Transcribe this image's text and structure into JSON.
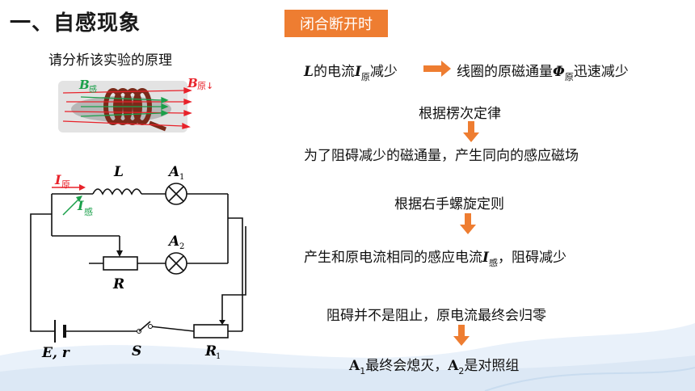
{
  "title": "一、自感现象",
  "left": {
    "prompt": "请分析该实验的原理",
    "coil_label_b_induced": "B",
    "coil_label_b_induced_sub": "感",
    "coil_label_b_original": "B",
    "coil_label_b_original_sub": "原↓",
    "circuit": {
      "I_orig": "I",
      "I_orig_sub": "原",
      "I_ind": "I",
      "I_ind_sub": "感",
      "L": "L",
      "A1": "A",
      "A1_sub": "1",
      "A2": "A",
      "A2_sub": "2",
      "R": "R",
      "E_r": "E, r",
      "S": "S",
      "R1": "R",
      "R1_sub": "1"
    }
  },
  "right": {
    "badge": "闭合断开时",
    "step1_L": "L",
    "step1_a": "的电流",
    "step1_I": "I",
    "step1_I_sub": "原",
    "step1_b": "减少",
    "step1_c": "线圈的原磁通量",
    "step1_phi": "Φ",
    "step1_phi_sub": "原",
    "step1_d": "迅速减少",
    "step2": "根据楞次定律",
    "step3": "为了阻碍减少的磁通量，产生同向的感应磁场",
    "step4": "根据右手螺旋定则",
    "step5_a": "产生和原电流相同的感应电流",
    "step5_I": "I",
    "step5_I_sub": "感",
    "step5_b": "，阻碍减少",
    "step6": "阻碍并不是阻止，原电流最终会归零",
    "step7_A1": "A",
    "step7_A1_sub": "1",
    "step7_a": "最终会熄灭，",
    "step7_A2": "A",
    "step7_A2_sub": "2",
    "step7_b": "是对照组"
  },
  "colors": {
    "accent": "#ee7d31",
    "red": "#e8222a",
    "green": "#1aa04a",
    "wave": "#d6e6f5"
  }
}
